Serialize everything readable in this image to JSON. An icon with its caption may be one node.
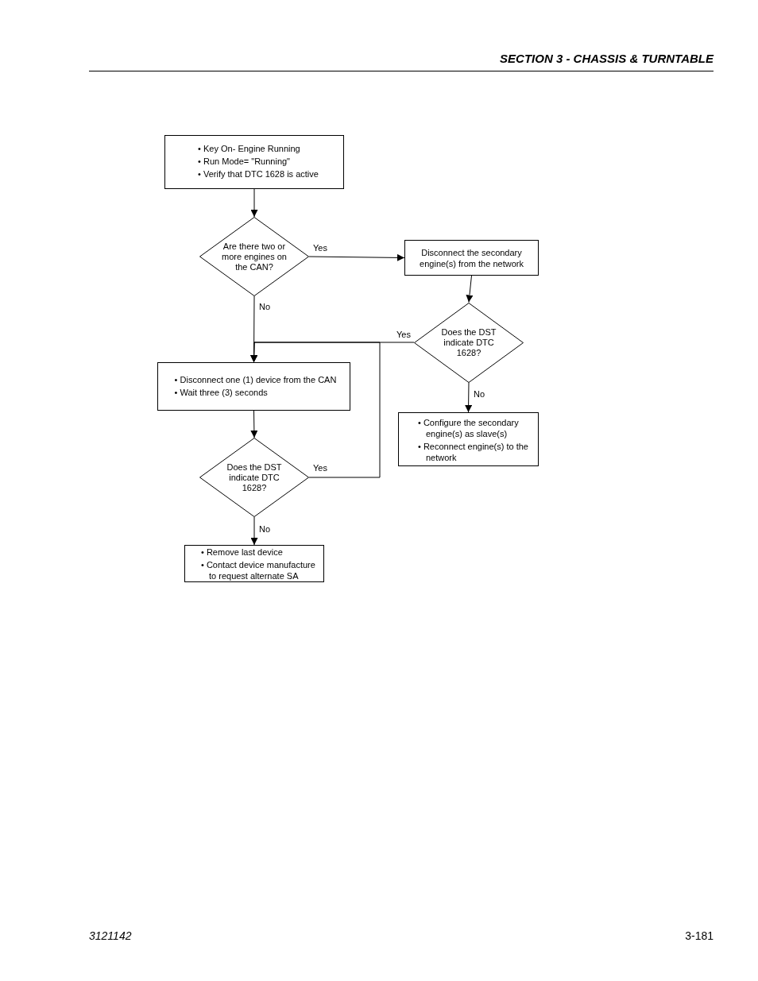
{
  "diagram": {
    "nodes": [
      {
        "text": [
          "• Key On- Engine Running",
          "• Run Mode= \"Running\"",
          "• Verify that DTC 1628 is active"
        ]
      },
      {
        "text": [
          "Are there two or more engines on the CAN?"
        ]
      },
      {
        "text": [
          "Disconnect the secondary engine(s) from the network"
        ]
      },
      {
        "text": [
          "Does the DST indicate DTC 1628?"
        ]
      },
      {
        "text": [
          "• Disconnect one (1) device from the CAN",
          "• Wait three (3) seconds"
        ]
      },
      {
        "text": [
          "Does the DST indicate DTC 1628?"
        ]
      },
      {
        "text": [
          "• Configure the secondary engine(s) as slave(s)",
          "• Reconnect engine(s) to the network"
        ]
      },
      {
        "text": [
          "• Remove last device",
          "• Contact device manufacture to request alternate SA"
        ]
      }
    ],
    "edges": [
      {
        "from": 0,
        "to": 1,
        "arrow": "to"
      },
      {
        "from": 1,
        "to": 2,
        "arrow": "to",
        "label": "Yes"
      },
      {
        "from": 1,
        "to": 4,
        "arrow": "to",
        "label": "No"
      },
      {
        "from": 2,
        "to": 3,
        "arrow": "to"
      },
      {
        "from": 3,
        "to": 4,
        "arrow": "to",
        "label": "Yes"
      },
      {
        "from": 3,
        "to": 6,
        "arrow": "to",
        "label": "No"
      },
      {
        "from": 4,
        "to": 5,
        "arrow": "to"
      },
      {
        "from": 5,
        "to": 4,
        "arrow": "to",
        "label": "Yes"
      },
      {
        "from": 5,
        "to": 7,
        "arrow": "to",
        "label": "No"
      }
    ],
    "labels": [
      "SECTION 3 - CHASSIS & TURNTABLE",
      "3121142",
      "3-181"
    ]
  }
}
